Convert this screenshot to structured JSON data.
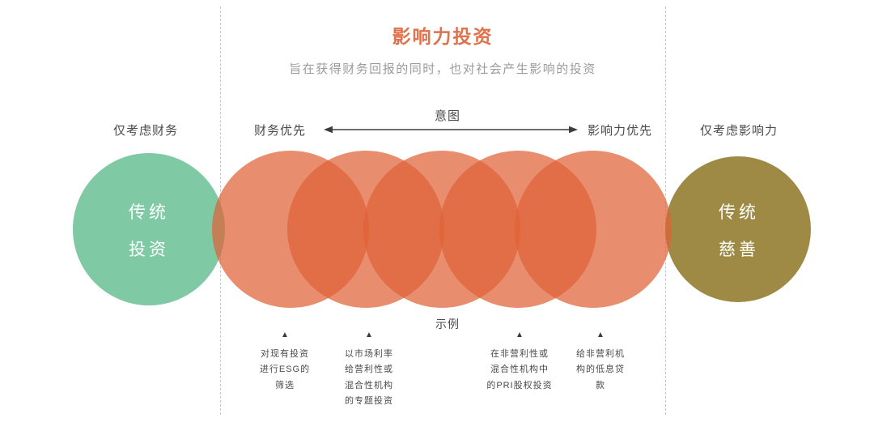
{
  "title": "影响力投资",
  "subtitle": "旨在获得财务回报的同时，也对社会产生影响的投资",
  "left_section": {
    "header": "仅考虑财务",
    "circle_text": "传统\n投资"
  },
  "right_section": {
    "header": "仅考虑影响力",
    "circle_text": "传统\n慈善"
  },
  "spectrum": {
    "left_label": "财务优先",
    "arrow_label": "意图",
    "right_label": "影响力优先"
  },
  "examples": {
    "heading": "示例",
    "items": [
      "对现有投资\n进行ESG的\n筛选",
      "以市场利率\n给营利性或\n混合性机构\n的专题投资",
      "在非营利性或\n混合性机构中\n的PRI股权投资",
      "给非营利机\n构的低息贷\n款"
    ]
  },
  "colors": {
    "accent_orange": "#E0714A",
    "subtitle_gray": "#9B9B9B",
    "label_dark": "#4A4A4A",
    "traditional_investment_green": "#7FC9A4",
    "traditional_charity_olive": "#9E8A44",
    "impact_spectrum_orange": "#DF6237"
  }
}
